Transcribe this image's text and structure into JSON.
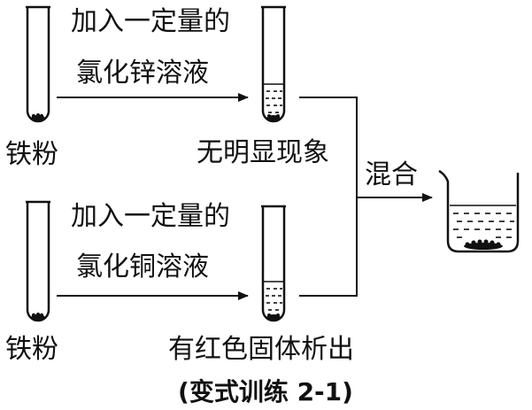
{
  "diagram": {
    "top_reagent_line1": "加入一定量的",
    "top_reagent_line2": "氯化锌溶液",
    "top_start_label": "铁粉",
    "top_result_label": "无明显现象",
    "bottom_reagent_line1": "加入一定量的",
    "bottom_reagent_line2": "氯化铜溶液",
    "bottom_start_label": "铁粉",
    "bottom_result_label": "有红色固体析出",
    "mix_label": "混合",
    "caption": "(变式训练 2-1)"
  },
  "colors": {
    "ink": "#111111",
    "background": "#ffffff"
  }
}
